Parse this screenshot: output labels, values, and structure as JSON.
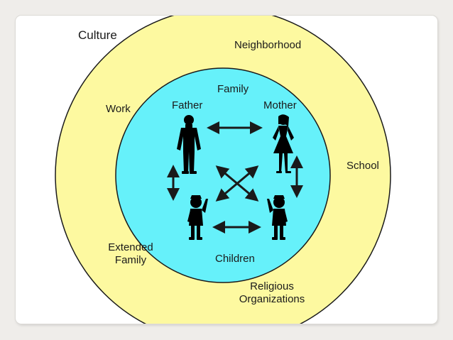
{
  "labels": {
    "culture": "Culture",
    "neighborhood": "Neighborhood",
    "work": "Work",
    "school": "School",
    "extended_family_line1": "Extended",
    "extended_family_line2": "Family",
    "religious_line1": "Religious",
    "religious_line2": "Organizations",
    "family": "Family",
    "father": "Father",
    "mother": "Mother",
    "children": "Children"
  },
  "colors": {
    "outer_ring": "#fdf9a0",
    "inner_circle": "#66f1fa",
    "stroke": "#1a1a1a",
    "background": "#efedea",
    "slide": "#ffffff"
  }
}
